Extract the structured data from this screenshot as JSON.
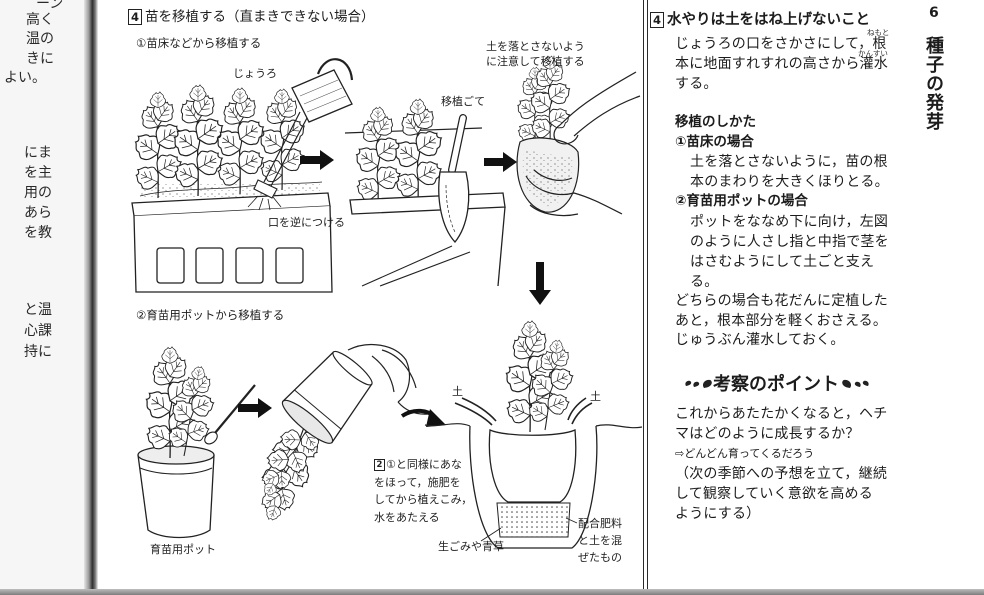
{
  "left_page": {
    "group1": [
      "ーン",
      "高く",
      "温の",
      "きに",
      "よい。"
    ],
    "group2": [
      "にま",
      "を主",
      "用の",
      "あら",
      "を教"
    ],
    "group3": [
      "と温",
      "心課",
      "持に"
    ]
  },
  "figure": {
    "section_number": "4",
    "heading": "苗を移植する（直まきできない場合）",
    "step1_title": "①苗床などから移植する",
    "label_watering_can": "じょうろ",
    "label_spout": "口を逆につける",
    "label_trowel": "移植ごて",
    "note_soil": [
      "土を落とさないよう",
      "に注意して移植する"
    ],
    "step2_title": "②育苗用ポットから移植する",
    "label_pot": "育苗用ポット",
    "label_soil_left": "土",
    "label_soil_right": "土",
    "planting_note_ref": "2",
    "planting_note": [
      "①と同様にあな",
      "をほって，施肥を",
      "してから植えこみ，",
      "水をあたえる"
    ],
    "label_compost": "生ごみや青草",
    "label_fertilizer": [
      "配合肥料",
      "と土を混",
      "ぜたもの"
    ]
  },
  "right_column": {
    "section_number": "4",
    "heading": "水やりは土をはね上げないこと",
    "watering_lines": [
      "じょうろの口をさかさにして，根",
      "本に地面すれすれの高さから灌水",
      "する。"
    ],
    "ruby_nemoto": "ねもと",
    "ruby_kansui": "かんすい",
    "transplant_heading": "移植のしかた",
    "case1_title": "①苗床の場合",
    "case1_lines": [
      "土を落とさないように，苗の根",
      "本のまわりを大きくほりとる。"
    ],
    "case2_title": "②育苗用ポットの場合",
    "case2_lines": [
      "ポットをななめ下に向け，左図",
      "のように人さし指と中指で茎を",
      "はさむようにして土ごと支え",
      "る。"
    ],
    "summary_lines": [
      "どちらの場合も花だんに定植した",
      "あと，根本部分を軽くおさえる。",
      "じゅうぶん灌水しておく。"
    ],
    "point_heading": "考察のポイント",
    "point_question": [
      "これからあたたかくなると，ヘチ",
      "マはどのように成長するか？"
    ],
    "point_answer": "⇨どんどん育ってくるだろう",
    "point_note": [
      "（次の季節への予想を立て，継続",
      "して観察していく意欲を高める",
      "ようにする）"
    ]
  },
  "chapter": {
    "number": "6",
    "title": "種子の発芽"
  },
  "colors": {
    "ink": "#1c1c1c",
    "paper": "#ffffff",
    "gutter": "#2e2e2e"
  }
}
